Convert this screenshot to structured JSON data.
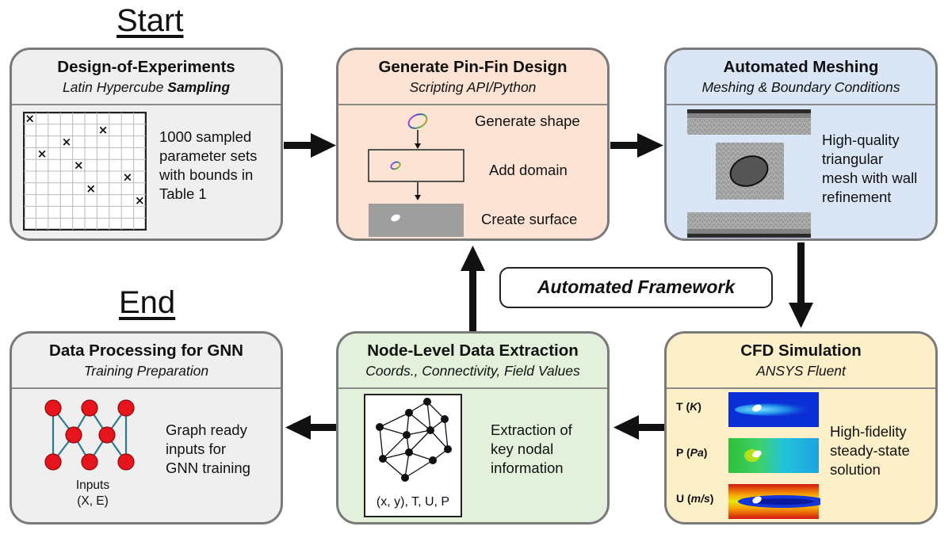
{
  "headings": {
    "start": "Start",
    "end": "End"
  },
  "framework_label": "Automated Framework",
  "boxes": {
    "doe": {
      "title": "Design-of-Experiments",
      "subtitle_prefix": "Latin Hypercube ",
      "subtitle_bold": "Sampling",
      "text": [
        "1000 sampled",
        "parameter sets",
        "with bounds in",
        "Table 1"
      ]
    },
    "generate": {
      "title": "Generate Pin-Fin Design",
      "subtitle": "Scripting API/Python",
      "steps": [
        "Generate shape",
        "Add domain",
        "Create surface"
      ]
    },
    "meshing": {
      "title": "Automated Meshing",
      "subtitle": "Meshing & Boundary Conditions",
      "text": [
        "High-quality",
        "triangular",
        "mesh with wall",
        "refinement"
      ]
    },
    "cfd": {
      "title": "CFD Simulation",
      "subtitle": "ANSYS Fluent",
      "fields": [
        {
          "var": "T (",
          "unit": "K",
          "close": ")"
        },
        {
          "var": "P (",
          "unit": "Pa",
          "close": ")"
        },
        {
          "var": "U (",
          "unit": "m/s",
          "close": ")"
        }
      ],
      "text": [
        "High-fidelity",
        "steady-state",
        "solution"
      ]
    },
    "extraction": {
      "title": "Node-Level Data Extraction",
      "subtitle": "Coords., Connectivity, Field Values",
      "graph_caption": "(x, y), T, U, P",
      "text": [
        "Extraction of",
        "key nodal",
        "information"
      ]
    },
    "processing": {
      "title": "Data Processing for GNN",
      "subtitle": "Training Preparation",
      "inputs_label": [
        "Inputs",
        "(X, E)"
      ],
      "text": [
        "Graph ready",
        "inputs for",
        "GNN training"
      ]
    }
  },
  "colors": {
    "gray": "#efefef",
    "peach": "#fce3d4",
    "blue": "#dae6f5",
    "green": "#e3f0dc",
    "yellow": "#fdf0c8",
    "node_red": "#e8141c",
    "edge_teal": "#2e7a8c"
  }
}
